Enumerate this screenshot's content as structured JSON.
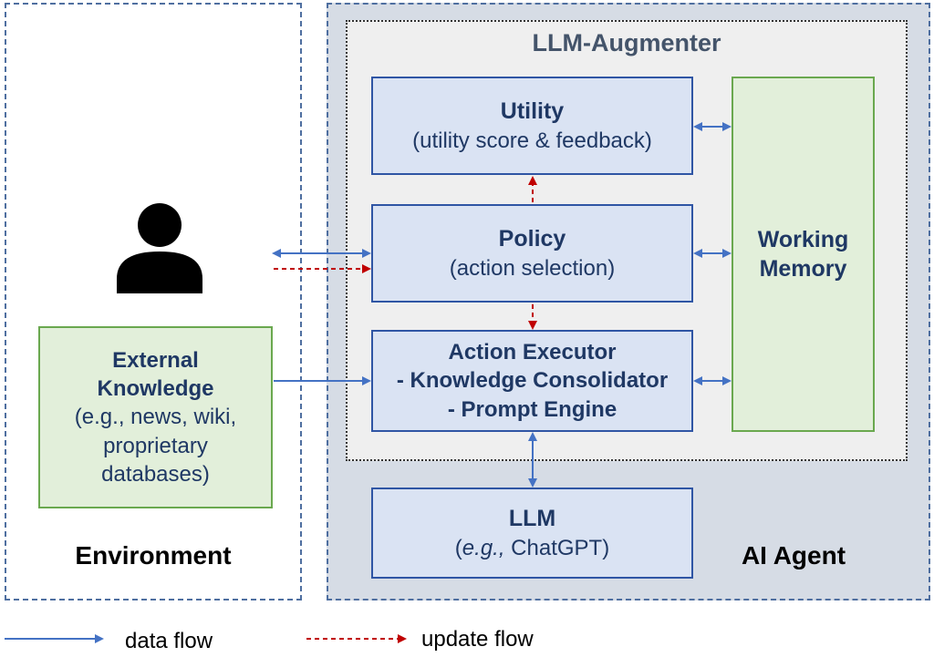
{
  "augmenter": {
    "title": "LLM-Augmenter"
  },
  "utility": {
    "title": "Utility",
    "subtitle": "(utility score & feedback)"
  },
  "policy": {
    "title": "Policy",
    "subtitle": "(action selection)"
  },
  "executor": {
    "title": "Action Executor",
    "line2": "- Knowledge Consolidator",
    "line3": "- Prompt Engine"
  },
  "memory": {
    "line1": "Working",
    "line2": "Memory"
  },
  "llm": {
    "title": "LLM",
    "subtitle_italic": "e.g.,",
    "subtitle_rest": " ChatGPT)",
    "subtitle_open": "("
  },
  "external_knowledge": {
    "line1": "External",
    "line2": "Knowledge",
    "line3": "(e.g., news, wiki,",
    "line4": "proprietary",
    "line5": "databases)"
  },
  "labels": {
    "environment": "Environment",
    "ai_agent": "AI Agent"
  },
  "legend": {
    "data_flow": "data flow",
    "update_flow": "update flow"
  },
  "colors": {
    "data_flow": "#4472c4",
    "update_flow": "#c00000",
    "module_fill": "#dae3f3",
    "memory_fill": "#e2efda",
    "agent_fill": "#d6dce5",
    "augmenter_fill": "#efefef"
  },
  "icons": {
    "user": "person-icon"
  }
}
